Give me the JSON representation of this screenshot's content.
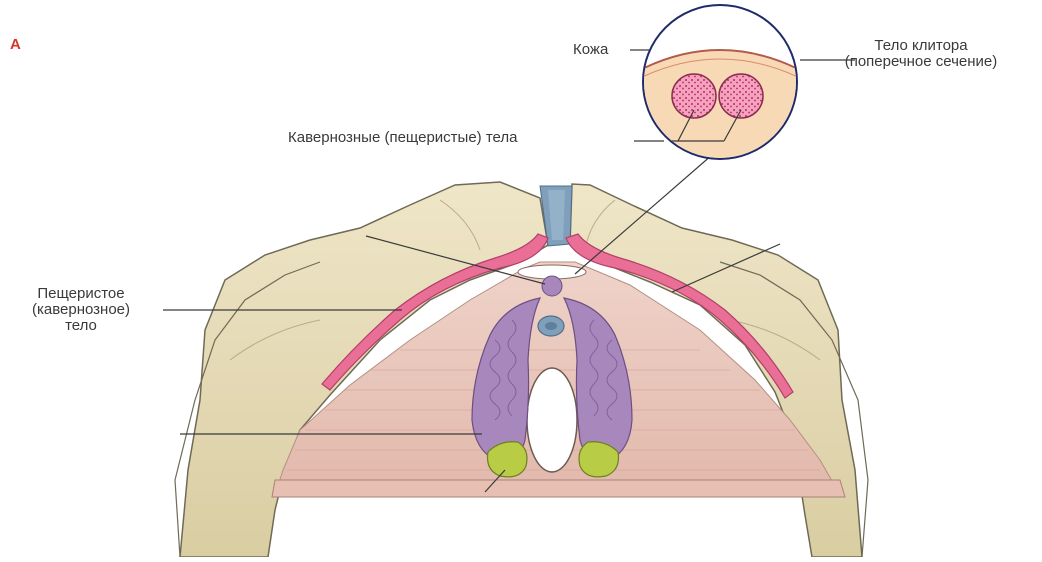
{
  "panel_letter": "A",
  "labels": {
    "skin": "Кожа",
    "clitoris_body_line1": "Тело клитора",
    "clitoris_body_line2": "(поперечное сечение)",
    "cavernous_bodies": "Кавернозные (пещеристые) тела",
    "cavernous_body_line1": "Пещеристое",
    "cavernous_body_line2": "(кавернозное)",
    "cavernous_body_line3": "тело"
  },
  "colors": {
    "bone": "#e9dfbd",
    "bone_outline": "#6f6a55",
    "muscle": "#ecc8bd",
    "crus": "#ea6f96",
    "bulb": "#a887bc",
    "gland": "#b8cc46",
    "symphysis": "#7f9fba",
    "label_text": "#3a3a3a",
    "panel_letter": "#d03a2a"
  }
}
